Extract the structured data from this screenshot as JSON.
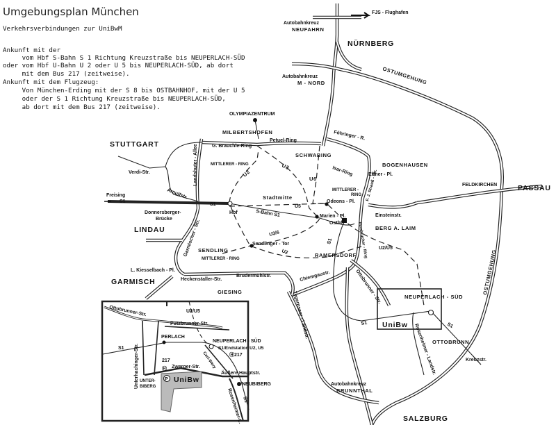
{
  "header": {
    "title": "Umgebungsplan München",
    "subtitle": "Verkehrsverbindungen zur UniBwM"
  },
  "directions": {
    "line1": "Ankunft mit der",
    "line2": "     vom Hbf S-Bahn S 1 Richtung Kreuzstraße bis NEUPERLACH-SÜD",
    "line3": "oder vom Hbf U-Bahn U 2 oder U 5 bis NEUPERLACH-SÜD, ab dort",
    "line4": "     mit dem Bus 217 (zeitweise).",
    "line5": "Ankunft mit dem Flugzeug:",
    "line6": "     Von München-Erding mit der S 8 bis OSTBAHNHOF, mit der U 5",
    "line7": "     oder der S 1 Richtung Kreuzstraße bis NEUPERLACH-SÜD,",
    "line8": "     ab dort mit dem Bus 217 (zeitweise)."
  },
  "map": {
    "fjs": "FJS - Flughafen",
    "neufahrn1": "Autobahnkreuz",
    "neufahrn2": "NEUFAHRN",
    "nuernberg": "NÜRNBERG",
    "mnord1": "Autobahnkreuz",
    "mnord2": "M - NORD",
    "ostumgehung_n": "OSTUMGEHUNG",
    "ostumgehung_e": "OSTUMGEHUNG",
    "feldkirchen": "FELDKIRCHEN",
    "passau": "PASSAU",
    "olympia": "OLYMPIAZENTRUM",
    "milbertshofen": "MILBERTSHOFEN",
    "schwabing": "SCHWABING",
    "bogenhausen": "BOGENHAUSEN",
    "foehringer": "Föhringer - R.",
    "effner": "Effner - Pl.",
    "isarring": "Isar-Ring",
    "stuttgart": "STUTTGART",
    "verdi": "Verdi-Str.",
    "brauchle": "G. Brauchle-Ring",
    "petuel": "Petuel-Ring",
    "landshuter": "Landshuter - Allee",
    "mittlerer1": "MITTLERER - RING",
    "mittlerer2a": "MITTLERER -",
    "mittlerer2b": "RING",
    "mittlerer3": "MITTLERER - RING",
    "u3": "U3",
    "u6": "U6",
    "u2a": "U2",
    "freising": "Freising",
    "s1_w": "S1",
    "s1_hbf": "S1",
    "arnulf": "Arnulfstr.",
    "donnersberger1": "Donnersberger-",
    "donnersberger2": "Brücke",
    "hbf": "Hbf",
    "stadtmitte": "Stadtmitte",
    "sbahn": "S-Bahn S1",
    "u5": "U5",
    "odeons": "Odeons - Pl.",
    "marien": "Marien - Pl.",
    "ostbf": "Ostbf.",
    "einstein": "Einsteinstr.",
    "strauss": "F. J. Strauß - Str.",
    "innsbrucker": "Innsbrucker - Ring",
    "berg": "BERG A. LAIM",
    "lindau": "LINDAU",
    "garmischer": "Garmischer - Str.",
    "sendling": "SENDLING",
    "sendlinger": "Sendlinger - Tor",
    "u36": "U3/6",
    "u2b": "U2",
    "ramersdorf": "RAMERSDORF",
    "s1_r": "S1",
    "u2u5": "U2/U5",
    "kiesselbach": "L. Kiesselbach - Pl.",
    "heckenstaller": "Heckenstaller-Str.",
    "brudermuehl": "Brudermühlstr.",
    "garmisch": "GARMISCH",
    "giesing": "GIESING",
    "chiemgau": "Chiemgaustr.",
    "tegernseer": "Tegernseer - Landstr.",
    "ottobrunner": "Ottobrunner - Str.",
    "neuperlach": "NEUPERLACH - SÜD",
    "unibw": "UniBw",
    "s1_np": "S1",
    "s1_e": "S1",
    "rosenheimer": "Rosenheimer - Landstr.",
    "ottobrunn": "OTTOBRUNN",
    "kreuzstr": "Kreuzstr.",
    "brunnthal1": "Autobahnkreuz",
    "brunnthal2": "BRUNNTHAL",
    "salzburg": "SALZBURG"
  },
  "inset": {
    "ottobrunner": "Ottobrunner-Str.",
    "u2u5": "U2/U5",
    "putzbrunner": "Putzbrunner-Str.",
    "perlach": "PERLACH",
    "s1": "S1",
    "neuperlach": "NEUPERLACH - SÜD",
    "endstation": "S1/Endstation U2, U5",
    "bus": "Ⓗ217",
    "carlwery": "Carl-Wery",
    "bus2": "217",
    "bus2_stop": "Ⓗ",
    "zwerger": "Zwerger-Str.",
    "aeussere": "Äußere Hauptstr.",
    "unterbiberg1": "UNTER-",
    "unterbiberg2": "BIBERG",
    "parking": "P",
    "unibw": "UniBw",
    "unterhachinger": "Unterhachinger-Str.",
    "neubiberg": "NEUBIBERG",
    "rosenheimer": "Rosenheimer-L.",
    "s1b": "S1"
  }
}
